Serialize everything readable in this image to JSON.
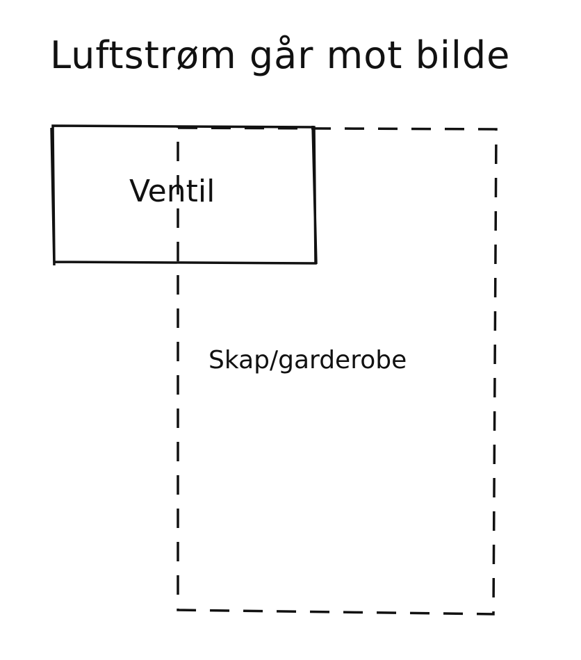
{
  "title": "Luftstrøm går mot bilde",
  "labels": {
    "valve": "Ventil",
    "closet": "Skap/garderobe"
  }
}
